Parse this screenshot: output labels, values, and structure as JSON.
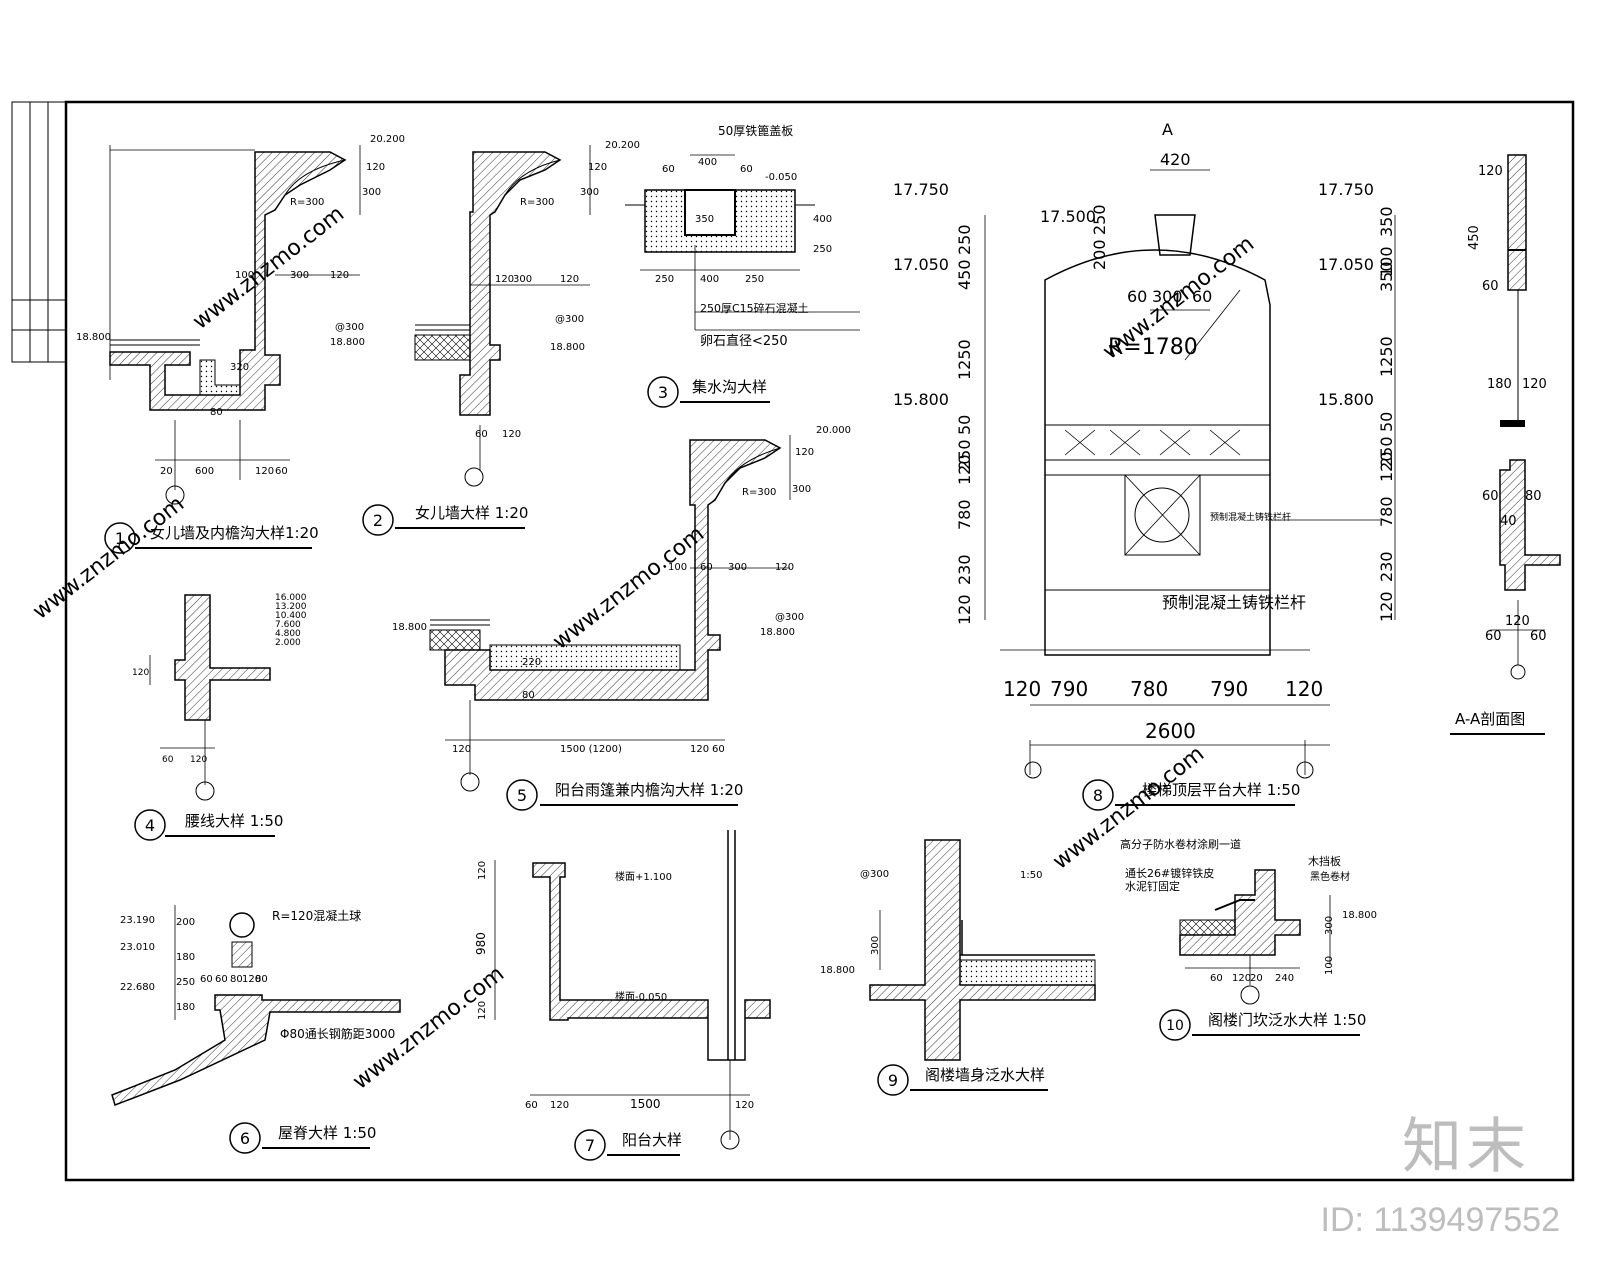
{
  "details": {
    "d1": {
      "num": "1",
      "title": "女儿墙及内檐沟大样1:20",
      "dims": [
        "20",
        "600",
        "120",
        "60",
        "120",
        "300",
        "120",
        "100",
        "320",
        "80",
        "300",
        "120"
      ],
      "elev": [
        "18.800",
        "20.200",
        "18.800"
      ],
      "notes": [
        "R=300",
        "@300"
      ]
    },
    "d2": {
      "num": "2",
      "title": "女儿墙大样 1:20",
      "dims": [
        "120",
        "300",
        "120",
        "120",
        "60",
        "120",
        "300"
      ],
      "elev": [
        "20.200",
        "18.800"
      ],
      "notes": [
        "R=300",
        "@300"
      ]
    },
    "d3": {
      "num": "3",
      "title": "集水沟大样",
      "dims": [
        "50厚铁篦盖板",
        "400",
        "60",
        "60",
        "250",
        "400",
        "250",
        "350",
        "400",
        "250",
        "-0.050"
      ],
      "notes": [
        "250厚C15碎石混凝土",
        "卵石直径<250"
      ]
    },
    "d4": {
      "num": "4",
      "title": "腰线大样 1:50",
      "dims": [
        "60",
        "120",
        "120"
      ],
      "elev": [
        "16.000",
        "13.200",
        "10.400",
        "7.600",
        "4.800",
        "2.000"
      ]
    },
    "d5": {
      "num": "5",
      "title": "阳台雨篷兼内檐沟大样 1:20",
      "dims": [
        "120",
        "1500 (1200)",
        "120",
        "60",
        "100",
        "60",
        "300",
        "120",
        "220",
        "80",
        "300",
        "120"
      ],
      "elev": [
        "18.800",
        "18.800",
        "20.000"
      ],
      "notes": [
        "R=300",
        "@300"
      ]
    },
    "d6": {
      "num": "6",
      "title": "屋脊大样 1:50",
      "elev": [
        "23.190",
        "23.010",
        "22.680"
      ],
      "dims": [
        "200",
        "180",
        "250",
        "180",
        "60",
        "60",
        "80",
        "120",
        "80"
      ],
      "notes": [
        "R=120混凝土球",
        "Φ80通长钢筋距3000"
      ]
    },
    "d7": {
      "num": "7",
      "title": "阳台大样",
      "dims": [
        "120",
        "980",
        "120",
        "60",
        "120",
        "1500",
        "120"
      ],
      "notes": [
        "楼面+1.100",
        "楼面-0.050"
      ]
    },
    "d8": {
      "num": "8",
      "title": "楼梯顶层平台大样 1:50",
      "dims": [
        "420",
        "60",
        "300",
        "60",
        "250",
        "450",
        "1250",
        "50",
        "250",
        "120",
        "780",
        "230",
        "120",
        "120",
        "790",
        "780",
        "790",
        "120",
        "2600",
        "350",
        "100",
        "350",
        "1250",
        "50",
        "250",
        "120",
        "780",
        "230",
        "120",
        "200",
        "250"
      ],
      "elev": [
        "17.750",
        "17.050",
        "15.800",
        "17.500",
        "17.750",
        "17.050",
        "15.800"
      ],
      "notes": [
        "R=1780",
        "A",
        "A",
        "预制混凝土铸铁栏杆",
        "预制混凝土铸铁栏杆"
      ]
    },
    "aa": {
      "title": "A-A剖面图",
      "dims": [
        "120",
        "450",
        "60",
        "180",
        "120",
        "60",
        "80",
        "40",
        "60",
        "120",
        "60"
      ]
    },
    "d9": {
      "num": "9",
      "title": "阁楼墙身泛水大样",
      "dims": [
        "300",
        "@300"
      ],
      "elev": [
        "18.800"
      ],
      "notes": [
        "1:50"
      ]
    },
    "d10": {
      "num": "10",
      "title": "阁楼门坎泛水大样 1:50",
      "dims": [
        "60",
        "120",
        "20",
        "240",
        "300",
        "100"
      ],
      "elev": [
        "18.800"
      ],
      "notes": [
        "高分子防水卷材涂刷一道",
        "通长26#镀锌铁皮",
        "水泥钉固定",
        "木挡板",
        "黑色卷材"
      ]
    }
  },
  "watermark": {
    "site": "www.znzmo.com",
    "brand": "知末",
    "logo": "知末",
    "id": "ID: 1139497552"
  }
}
